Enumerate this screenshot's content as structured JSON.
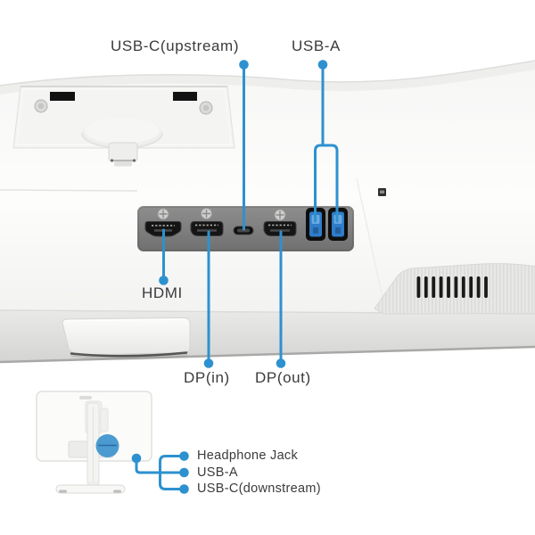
{
  "colors": {
    "accent_blue": "#2e91cf",
    "usb_port_blue": "#2f7cc9",
    "label_text": "#3b3b3b",
    "port_panel_gray": "#7d7d7d"
  },
  "rear_view": {
    "callouts": {
      "usb_c_upstream": "USB-C(upstream)",
      "usb_a": "USB-A",
      "hdmi": "HDMI",
      "dp_in": "DP(in)",
      "dp_out": "DP(out)"
    },
    "port_icons": [
      "hdmi-port",
      "displayport-in-port",
      "usb-c-upstream-port",
      "displayport-out-port",
      "usb-a-port",
      "usb-a-port"
    ]
  },
  "stand_view": {
    "callouts": {
      "headphone_jack": "Headphone Jack",
      "usb_a": "USB-A",
      "usb_c_downstream": "USB-C(downstream)"
    }
  }
}
